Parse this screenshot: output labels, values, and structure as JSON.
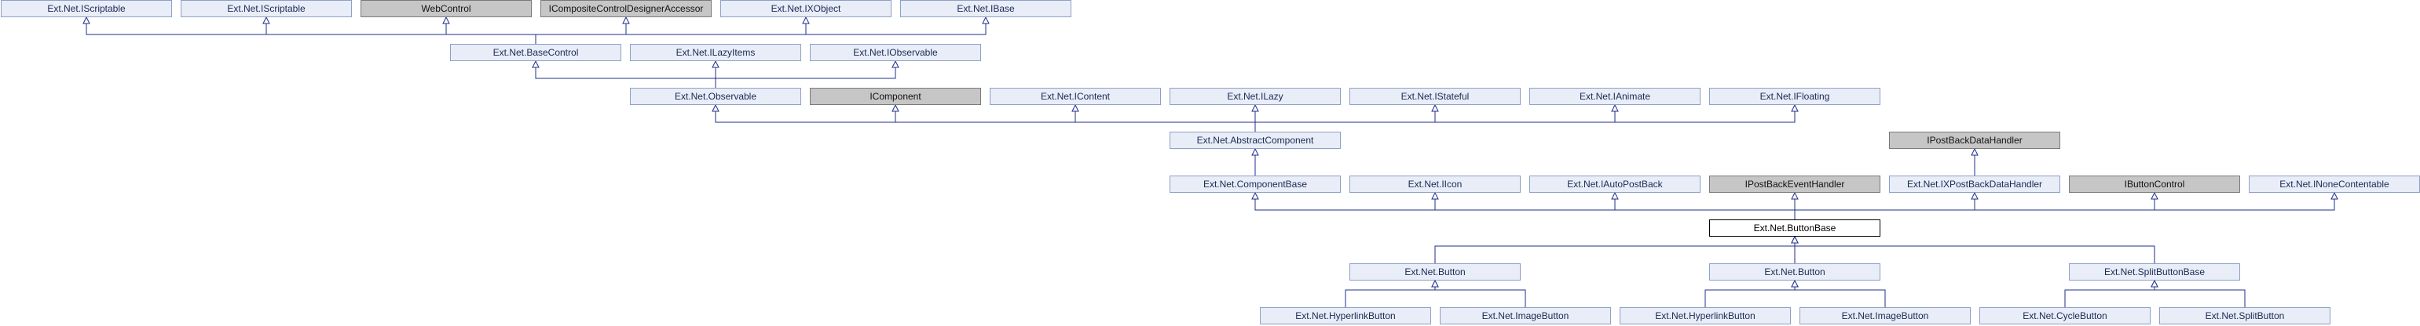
{
  "colors": {
    "edge": "#1f2f8a",
    "node_fill": "#e8edf7",
    "node_border": "#8ea0c6",
    "external_fill": "#c6c6c6",
    "focus_fill": "#ffffff"
  },
  "nodes": [
    {
      "id": "n_iscript1",
      "label": "Ext.Net.IScriptable",
      "kind": "normal"
    },
    {
      "id": "n_iscript2",
      "label": "Ext.Net.IScriptable",
      "kind": "normal"
    },
    {
      "id": "n_webcontrol",
      "label": "WebControl",
      "kind": "external"
    },
    {
      "id": "n_icomposite",
      "label": "ICompositeControlDesignerAccessor",
      "kind": "external"
    },
    {
      "id": "n_ixobject",
      "label": "Ext.Net.IXObject",
      "kind": "normal"
    },
    {
      "id": "n_ibase",
      "label": "Ext.Net.IBase",
      "kind": "normal"
    },
    {
      "id": "n_basecontrol",
      "label": "Ext.Net.BaseControl",
      "kind": "normal"
    },
    {
      "id": "n_ilazyitems",
      "label": "Ext.Net.ILazyItems",
      "kind": "normal"
    },
    {
      "id": "n_iobservable",
      "label": "Ext.Net.IObservable",
      "kind": "normal"
    },
    {
      "id": "n_observable",
      "label": "Ext.Net.Observable",
      "kind": "normal"
    },
    {
      "id": "n_icomponent",
      "label": "IComponent",
      "kind": "external"
    },
    {
      "id": "n_icontent",
      "label": "Ext.Net.IContent",
      "kind": "normal"
    },
    {
      "id": "n_ilazy",
      "label": "Ext.Net.ILazy",
      "kind": "normal"
    },
    {
      "id": "n_istateful",
      "label": "Ext.Net.IStateful",
      "kind": "normal"
    },
    {
      "id": "n_ianimate",
      "label": "Ext.Net.IAnimate",
      "kind": "normal"
    },
    {
      "id": "n_ifloating",
      "label": "Ext.Net.IFloating",
      "kind": "normal"
    },
    {
      "id": "n_abstractcomp",
      "label": "Ext.Net.AbstractComponent",
      "kind": "normal"
    },
    {
      "id": "n_ipbdatahandler",
      "label": "IPostBackDataHandler",
      "kind": "external"
    },
    {
      "id": "n_componentbase",
      "label": "Ext.Net.ComponentBase",
      "kind": "normal"
    },
    {
      "id": "n_iicon",
      "label": "Ext.Net.IIcon",
      "kind": "normal"
    },
    {
      "id": "n_iautopostback",
      "label": "Ext.Net.IAutoPostBack",
      "kind": "normal"
    },
    {
      "id": "n_ipbeventhandler",
      "label": "IPostBackEventHandler",
      "kind": "external"
    },
    {
      "id": "n_ixpbdatahandler",
      "label": "Ext.Net.IXPostBackDataHandler",
      "kind": "normal"
    },
    {
      "id": "n_ibuttoncontrol",
      "label": "IButtonControl",
      "kind": "external"
    },
    {
      "id": "n_inonecontentable",
      "label": "Ext.Net.INoneContentable",
      "kind": "normal"
    },
    {
      "id": "n_buttonbase",
      "label": "Ext.Net.ButtonBase",
      "kind": "focus"
    },
    {
      "id": "n_button1",
      "label": "Ext.Net.Button",
      "kind": "normal"
    },
    {
      "id": "n_button2",
      "label": "Ext.Net.Button",
      "kind": "normal"
    },
    {
      "id": "n_splitbuttonbase",
      "label": "Ext.Net.SplitButtonBase",
      "kind": "normal"
    },
    {
      "id": "n_hyperlink1",
      "label": "Ext.Net.HyperlinkButton",
      "kind": "normal"
    },
    {
      "id": "n_image1",
      "label": "Ext.Net.ImageButton",
      "kind": "normal"
    },
    {
      "id": "n_hyperlink2",
      "label": "Ext.Net.HyperlinkButton",
      "kind": "normal"
    },
    {
      "id": "n_image2",
      "label": "Ext.Net.ImageButton",
      "kind": "normal"
    },
    {
      "id": "n_cyclebutton",
      "label": "Ext.Net.CycleButton",
      "kind": "normal"
    },
    {
      "id": "n_splitbutton",
      "label": "Ext.Net.SplitButton",
      "kind": "normal"
    }
  ],
  "edges": [
    {
      "parent": "n_iscript1",
      "children": [
        "n_basecontrol"
      ]
    },
    {
      "parent": "n_iscript2",
      "children": [
        "n_basecontrol"
      ]
    },
    {
      "parent": "n_webcontrol",
      "children": [
        "n_basecontrol"
      ]
    },
    {
      "parent": "n_icomposite",
      "children": [
        "n_basecontrol"
      ]
    },
    {
      "parent": "n_ixobject",
      "children": [
        "n_basecontrol"
      ]
    },
    {
      "parent": "n_ibase",
      "children": [
        "n_basecontrol"
      ]
    },
    {
      "parent": "n_basecontrol",
      "children": [
        "n_observable"
      ]
    },
    {
      "parent": "n_ilazyitems",
      "children": [
        "n_observable"
      ]
    },
    {
      "parent": "n_iobservable",
      "children": [
        "n_observable"
      ]
    },
    {
      "parent": "n_observable",
      "children": [
        "n_abstractcomp"
      ]
    },
    {
      "parent": "n_icomponent",
      "children": [
        "n_abstractcomp"
      ]
    },
    {
      "parent": "n_icontent",
      "children": [
        "n_abstractcomp"
      ]
    },
    {
      "parent": "n_ilazy",
      "children": [
        "n_abstractcomp"
      ]
    },
    {
      "parent": "n_istateful",
      "children": [
        "n_abstractcomp"
      ]
    },
    {
      "parent": "n_ianimate",
      "children": [
        "n_abstractcomp"
      ]
    },
    {
      "parent": "n_ifloating",
      "children": [
        "n_abstractcomp"
      ]
    },
    {
      "parent": "n_abstractcomp",
      "children": [
        "n_componentbase"
      ]
    },
    {
      "parent": "n_ipbdatahandler",
      "children": [
        "n_ixpbdatahandler"
      ]
    },
    {
      "parent": "n_componentbase",
      "children": [
        "n_buttonbase"
      ]
    },
    {
      "parent": "n_iicon",
      "children": [
        "n_buttonbase"
      ]
    },
    {
      "parent": "n_iautopostback",
      "children": [
        "n_buttonbase"
      ]
    },
    {
      "parent": "n_ipbeventhandler",
      "children": [
        "n_buttonbase"
      ]
    },
    {
      "parent": "n_ixpbdatahandler",
      "children": [
        "n_buttonbase"
      ]
    },
    {
      "parent": "n_ibuttoncontrol",
      "children": [
        "n_buttonbase"
      ]
    },
    {
      "parent": "n_inonecontentable",
      "children": [
        "n_buttonbase"
      ]
    },
    {
      "parent": "n_buttonbase",
      "children": [
        "n_button1",
        "n_button2",
        "n_splitbuttonbase"
      ]
    },
    {
      "parent": "n_button1",
      "children": [
        "n_hyperlink1",
        "n_image1"
      ]
    },
    {
      "parent": "n_button2",
      "children": [
        "n_hyperlink2",
        "n_image2"
      ]
    },
    {
      "parent": "n_splitbuttonbase",
      "children": [
        "n_cyclebutton",
        "n_splitbutton"
      ]
    }
  ]
}
